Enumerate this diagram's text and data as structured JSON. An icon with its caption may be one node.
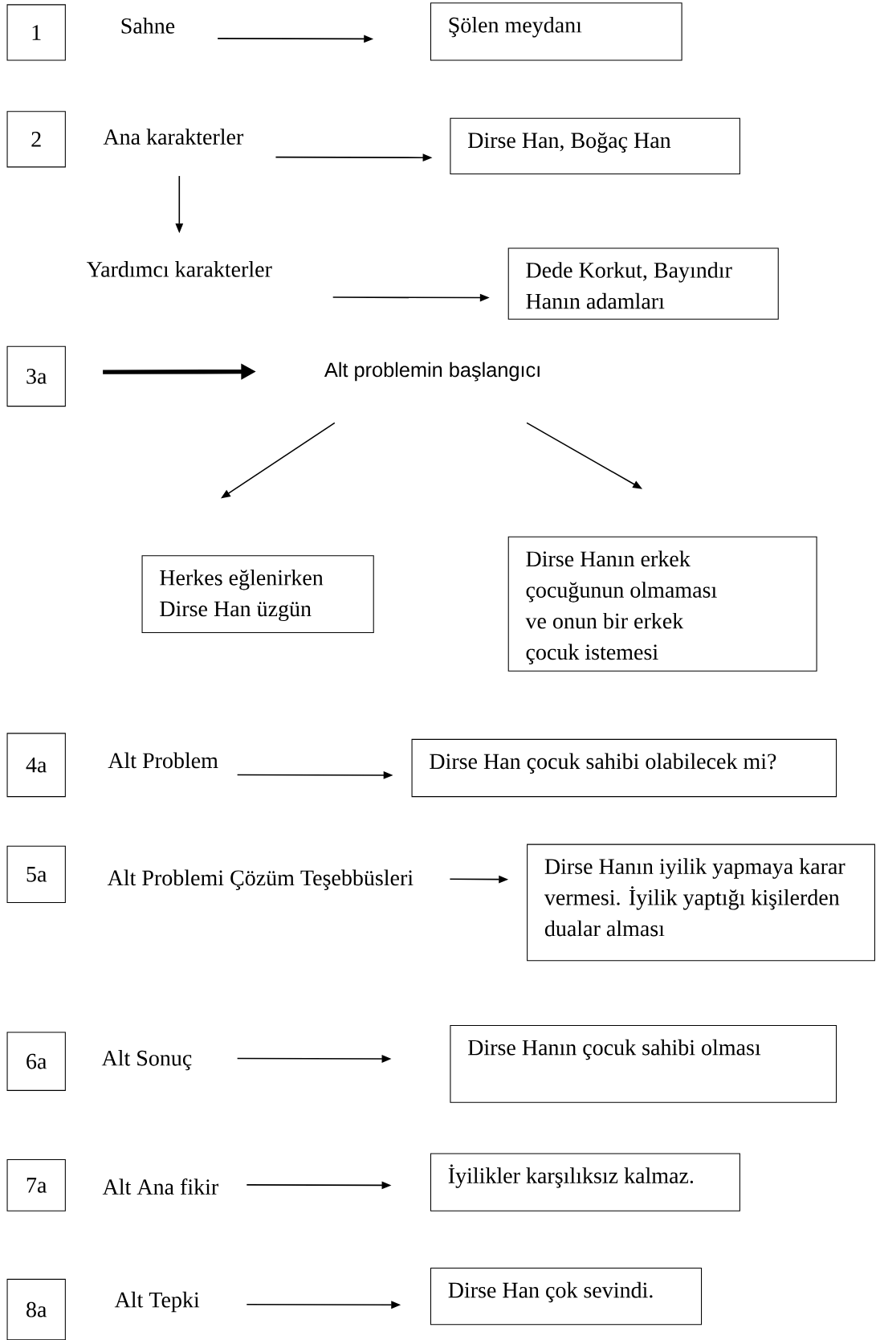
{
  "diagram": {
    "nodes": [
      {
        "text": [
          "1"
        ]
      },
      {
        "text": [
          "Sahne"
        ]
      },
      {
        "text": [
          "Şölen meydanı"
        ]
      },
      {
        "text": [
          "2"
        ]
      },
      {
        "text": [
          "Ana karakterler"
        ]
      },
      {
        "text": [
          "Dirse Han, Boğaç Han"
        ]
      },
      {
        "text": [
          "Yardımcı karakterler"
        ]
      },
      {
        "text": [
          "Dede Korkut, Bayındır Hanın adamları"
        ]
      },
      {
        "text": [
          "3a"
        ]
      },
      {
        "text": [
          "Alt problemin başlangıcı"
        ]
      },
      {
        "text": [
          "Herkes eğlenirken Dirse Han üzgün"
        ]
      },
      {
        "text": [
          "Dirse Hanın erkek çocuğunun olmaması ve onun bir erkek çocuk istemesi"
        ]
      },
      {
        "text": [
          "4a"
        ]
      },
      {
        "text": [
          "Alt Problem"
        ]
      },
      {
        "text": [
          "Dirse Han çocuk sahibi olabilecek mi?"
        ]
      },
      {
        "text": [
          "5a"
        ]
      },
      {
        "text": [
          "Alt Problemi Çözüm Teşebbüsleri"
        ]
      },
      {
        "text": [
          "Dirse Hanın iyilik yapmaya karar vermesi. İyilik yaptığı kişilerden dualar alması"
        ]
      },
      {
        "text": [
          "6a"
        ]
      },
      {
        "text": [
          "Alt Sonuç"
        ]
      },
      {
        "text": [
          "Dirse Hanın çocuk sahibi olması"
        ]
      },
      {
        "text": [
          "7a"
        ]
      },
      {
        "text": [
          "Alt Ana fikir"
        ]
      },
      {
        "text": [
          "İyilikler karşılıksız kalmaz."
        ]
      },
      {
        "text": [
          "8a"
        ]
      },
      {
        "text": [
          "Alt Tepki"
        ]
      },
      {
        "text": [
          "Dirse Han çok sevindi."
        ]
      }
    ],
    "edges": [
      {
        "from": 1,
        "to": 2,
        "arrow": "to"
      },
      {
        "from": 4,
        "to": 5,
        "arrow": "to"
      },
      {
        "from": 4,
        "to": 6,
        "arrow": "to"
      },
      {
        "from": 6,
        "to": 7,
        "arrow": "to"
      },
      {
        "from": 8,
        "to": 9,
        "arrow": "to",
        "style": "thick"
      },
      {
        "from": 9,
        "to": 10,
        "arrow": "to"
      },
      {
        "from": 9,
        "to": 11,
        "arrow": "to"
      },
      {
        "from": 13,
        "to": 14,
        "arrow": "to"
      },
      {
        "from": 16,
        "to": 17,
        "arrow": "to"
      },
      {
        "from": 19,
        "to": 20,
        "arrow": "to"
      },
      {
        "from": 22,
        "to": 23,
        "arrow": "to"
      },
      {
        "from": 25,
        "to": 26,
        "arrow": "to"
      }
    ]
  }
}
